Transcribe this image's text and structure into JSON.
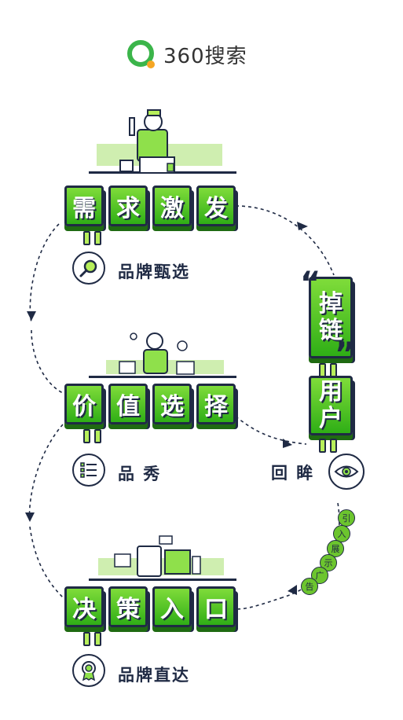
{
  "brand": {
    "name": "360搜索"
  },
  "stages": [
    {
      "chars": [
        "需",
        "求",
        "激",
        "发"
      ],
      "label": "品牌甄选",
      "icon": "magnifier-icon"
    },
    {
      "chars": [
        "价",
        "值",
        "选",
        "择"
      ],
      "label": "品 秀",
      "icon": "list-icon"
    },
    {
      "chars": [
        "决",
        "策",
        "入",
        "口"
      ],
      "label": "品牌直达",
      "icon": "award-icon"
    }
  ],
  "side": {
    "top_chars": [
      "掉",
      "链"
    ],
    "open_quote": "“",
    "close_quote": "”",
    "bottom_chars": [
      "用",
      "户"
    ],
    "label": "回 眸",
    "icon": "eye-icon",
    "badges": [
      "引",
      "入",
      "展",
      "示",
      "广",
      "告"
    ]
  },
  "colors": {
    "green_light": "#7fdc3a",
    "green_dark": "#2fae16",
    "navy": "#1f2a44",
    "logo_green": "#3bb54a",
    "logo_orange": "#f5a623"
  }
}
